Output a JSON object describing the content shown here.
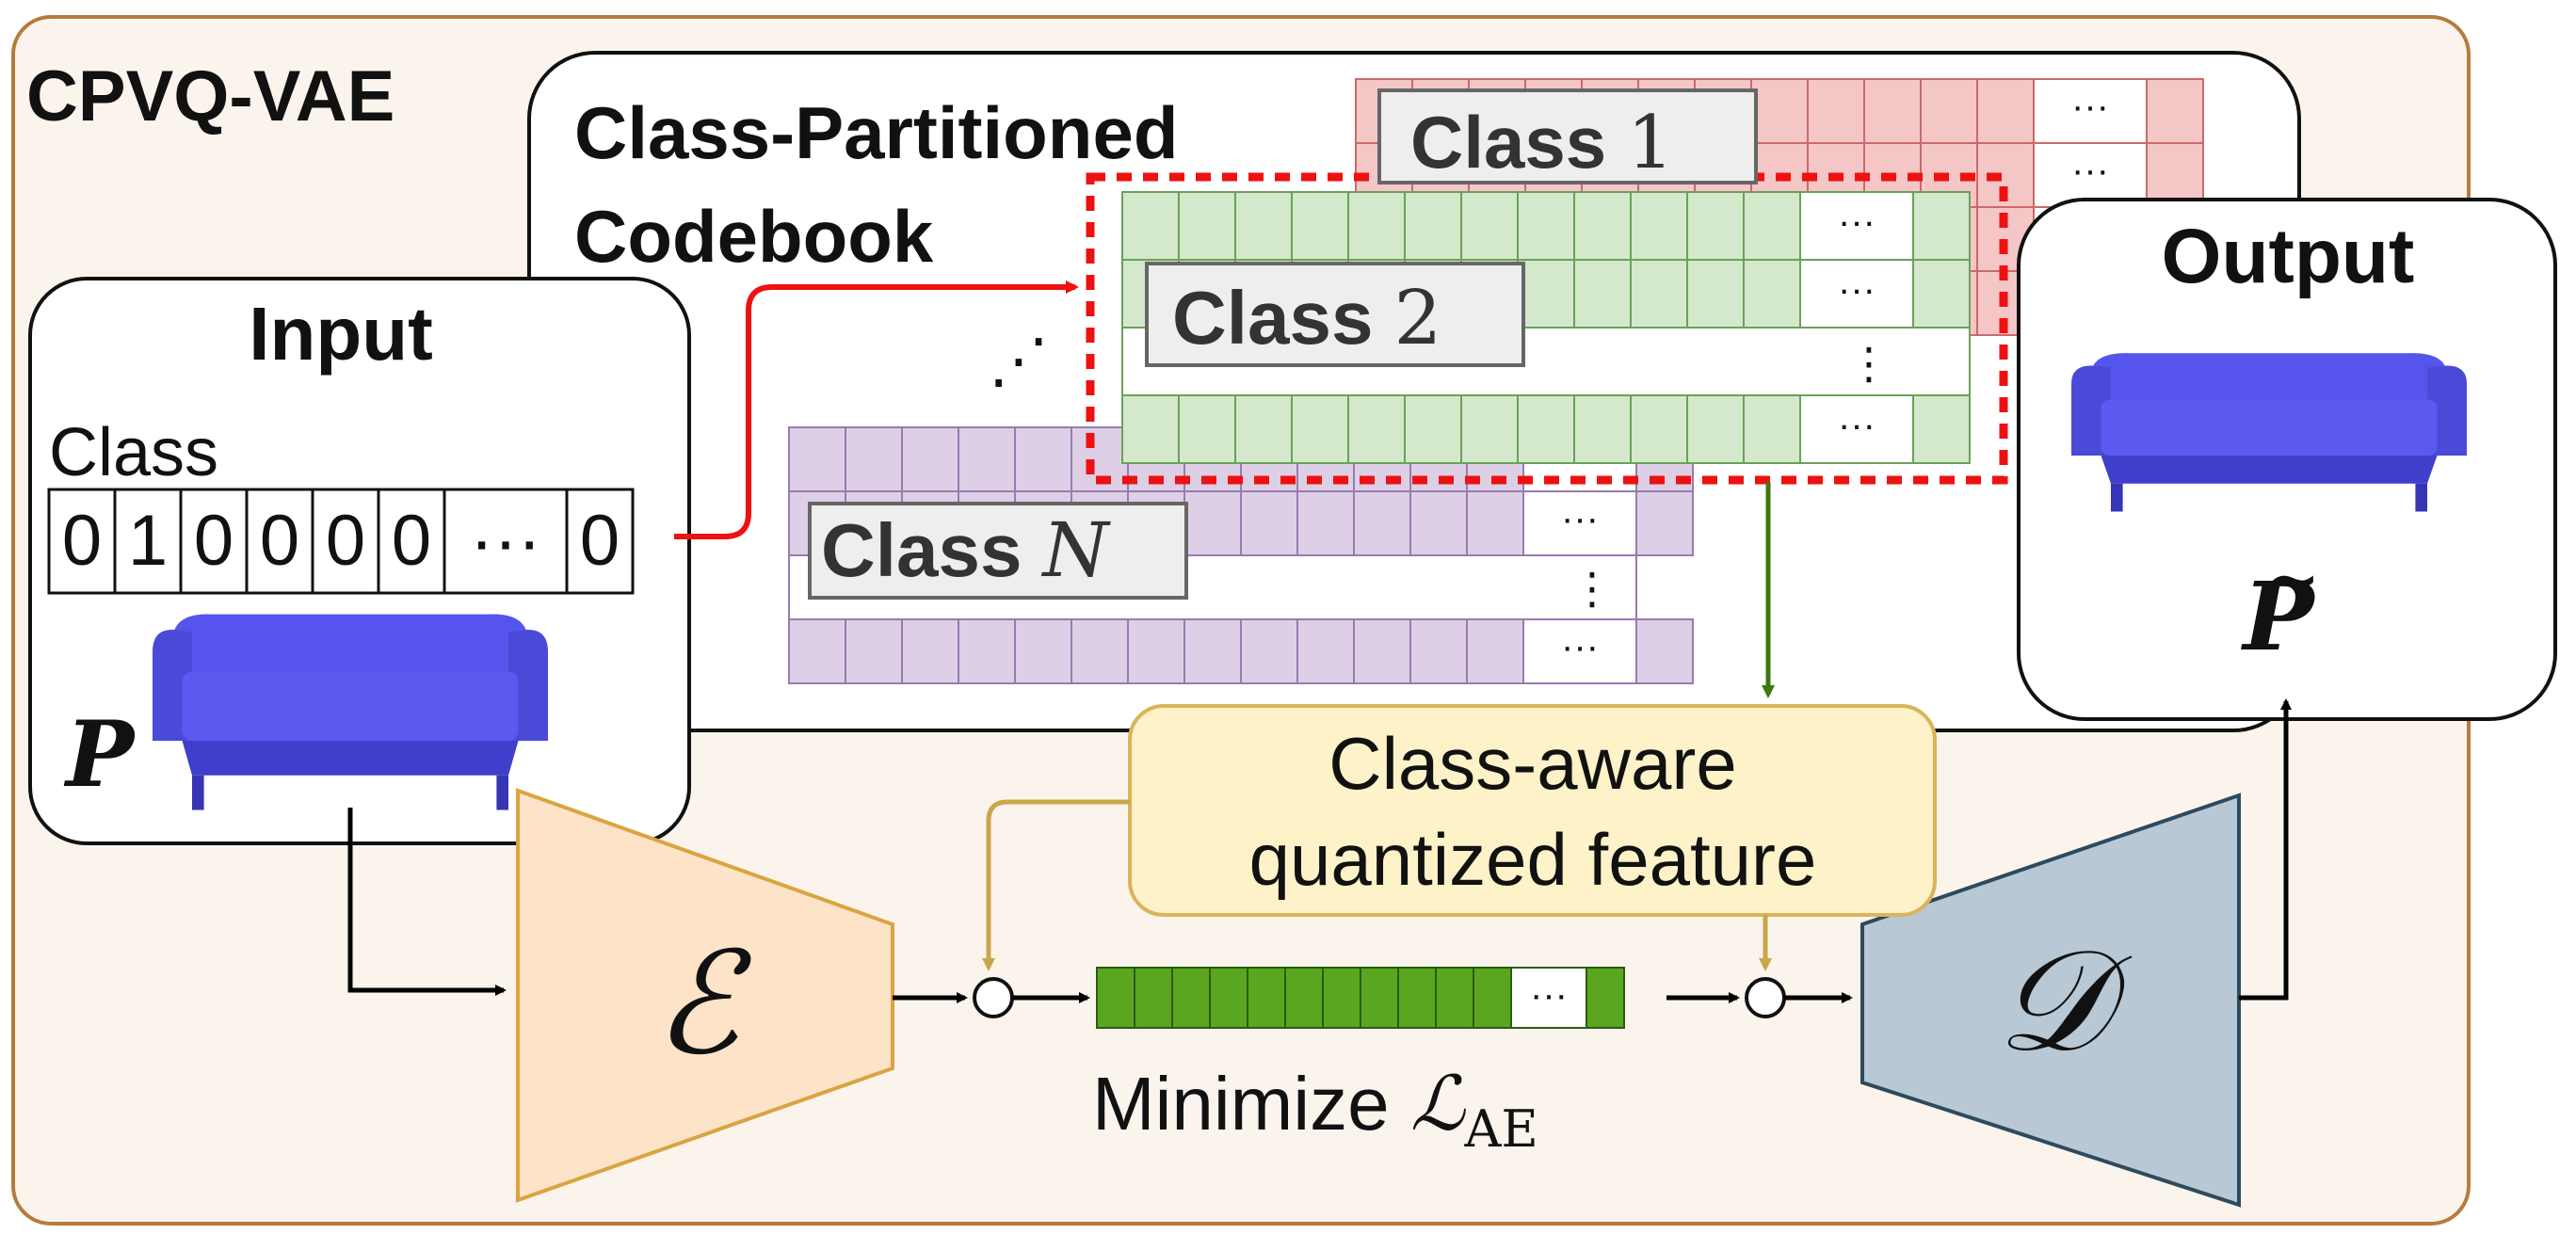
{
  "title": "CPVQ-VAE",
  "codebook": {
    "title_line1": "Class-Partitioned",
    "title_line2": "Codebook",
    "ellipsis": "···",
    "vdots": "⋮",
    "ddots": "⋰",
    "class1": {
      "word": "Class",
      "index": "1",
      "color": "#f5c6c6",
      "stroke": "#c96a6a"
    },
    "class2": {
      "word": "Class",
      "index": "2",
      "color": "#d4e8cc",
      "stroke": "#6aa158"
    },
    "classN": {
      "word": "Class",
      "index": "N",
      "color": "#ddd0e6",
      "stroke": "#9a7aaf"
    }
  },
  "input": {
    "title": "Input",
    "class_label": "Class",
    "onehot": [
      "0",
      "1",
      "0",
      "0",
      "0",
      "0",
      "···",
      "0"
    ],
    "symbol": "P",
    "shape": "sofa-icon",
    "shape_color": "#5555ee"
  },
  "output": {
    "title": "Output",
    "symbol": "P",
    "tilde": "~",
    "shape": "sofa-icon",
    "shape_color": "#5555ee"
  },
  "encoder": {
    "symbol": "ℰ",
    "color": "#fde3c8",
    "stroke": "#d9a441"
  },
  "decoder": {
    "symbol": "𝒟",
    "color": "#b8c8d4",
    "stroke": "#2d4a5e"
  },
  "quantized": {
    "label_line1": "Class-aware",
    "label_line2": "quantized feature",
    "color": "#fdf2c8",
    "stroke": "#d9b45a"
  },
  "feature": {
    "color": "#5aa620",
    "ellipsis": "···"
  },
  "loss": {
    "text": "Minimize ",
    "symbol": "ℒ",
    "subscript": "AE"
  },
  "colors": {
    "outer_bg": "#fbf4ec",
    "outer_stroke": "#b87a3d",
    "arrow_red": "#ee1111",
    "arrow_green": "#3a7a10",
    "arrow_gold": "#c9a64a",
    "highlight_dash": "#ee1111"
  }
}
